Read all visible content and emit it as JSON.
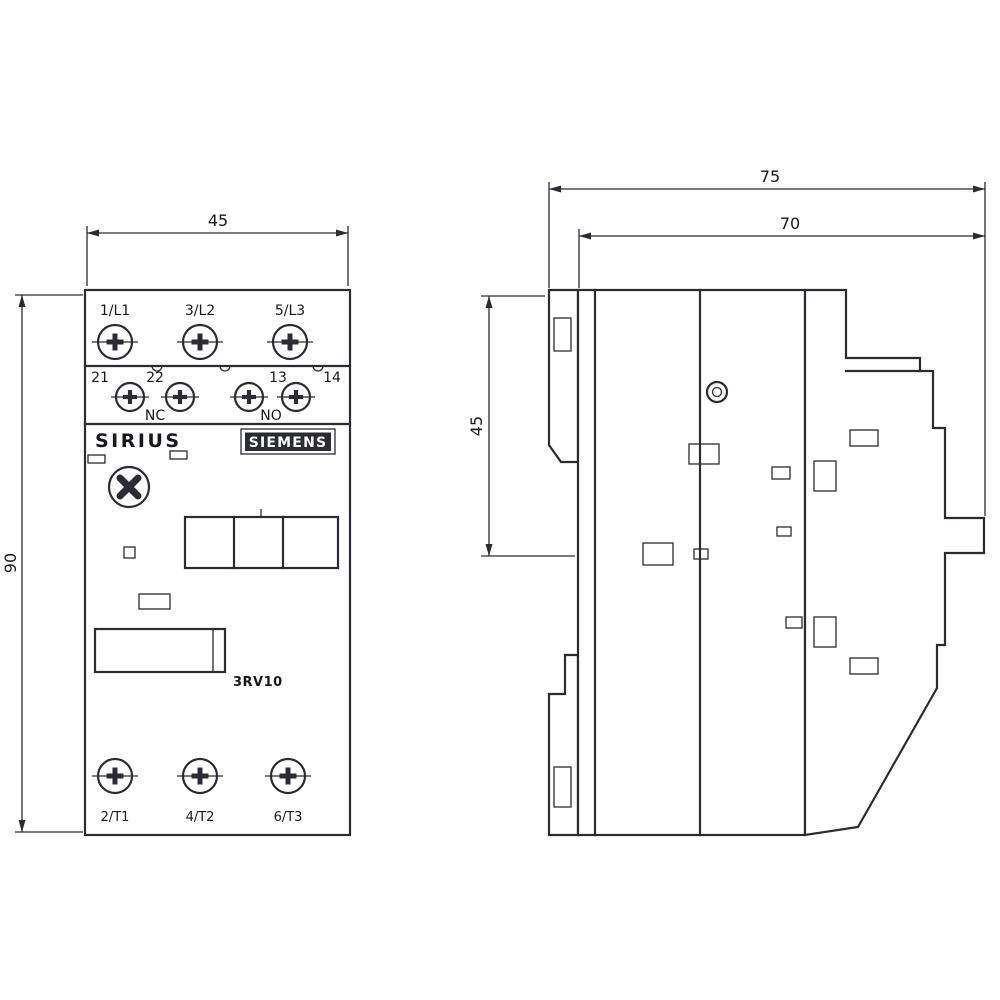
{
  "colors": {
    "line": "#2b2b34",
    "text": "#17171d",
    "logo_bg": "#2b2b34",
    "logo_text": "#ffffff",
    "background": "#ffffff"
  },
  "front_view": {
    "dim_width": "45",
    "dim_height": "90",
    "top_terminals": [
      "1/L1",
      "3/L2",
      "5/L3"
    ],
    "aux_terminals": [
      "21",
      "22",
      "13",
      "14"
    ],
    "aux_contacts": [
      "NC",
      "NO"
    ],
    "brand": "SIRIUS",
    "logo": "SIEMENS",
    "model": "3RV10",
    "bottom_terminals": [
      "2/T1",
      "4/T2",
      "6/T3"
    ]
  },
  "side_view": {
    "dim_overall_depth": "75",
    "dim_body_depth": "70",
    "dim_upper_height": "45"
  }
}
